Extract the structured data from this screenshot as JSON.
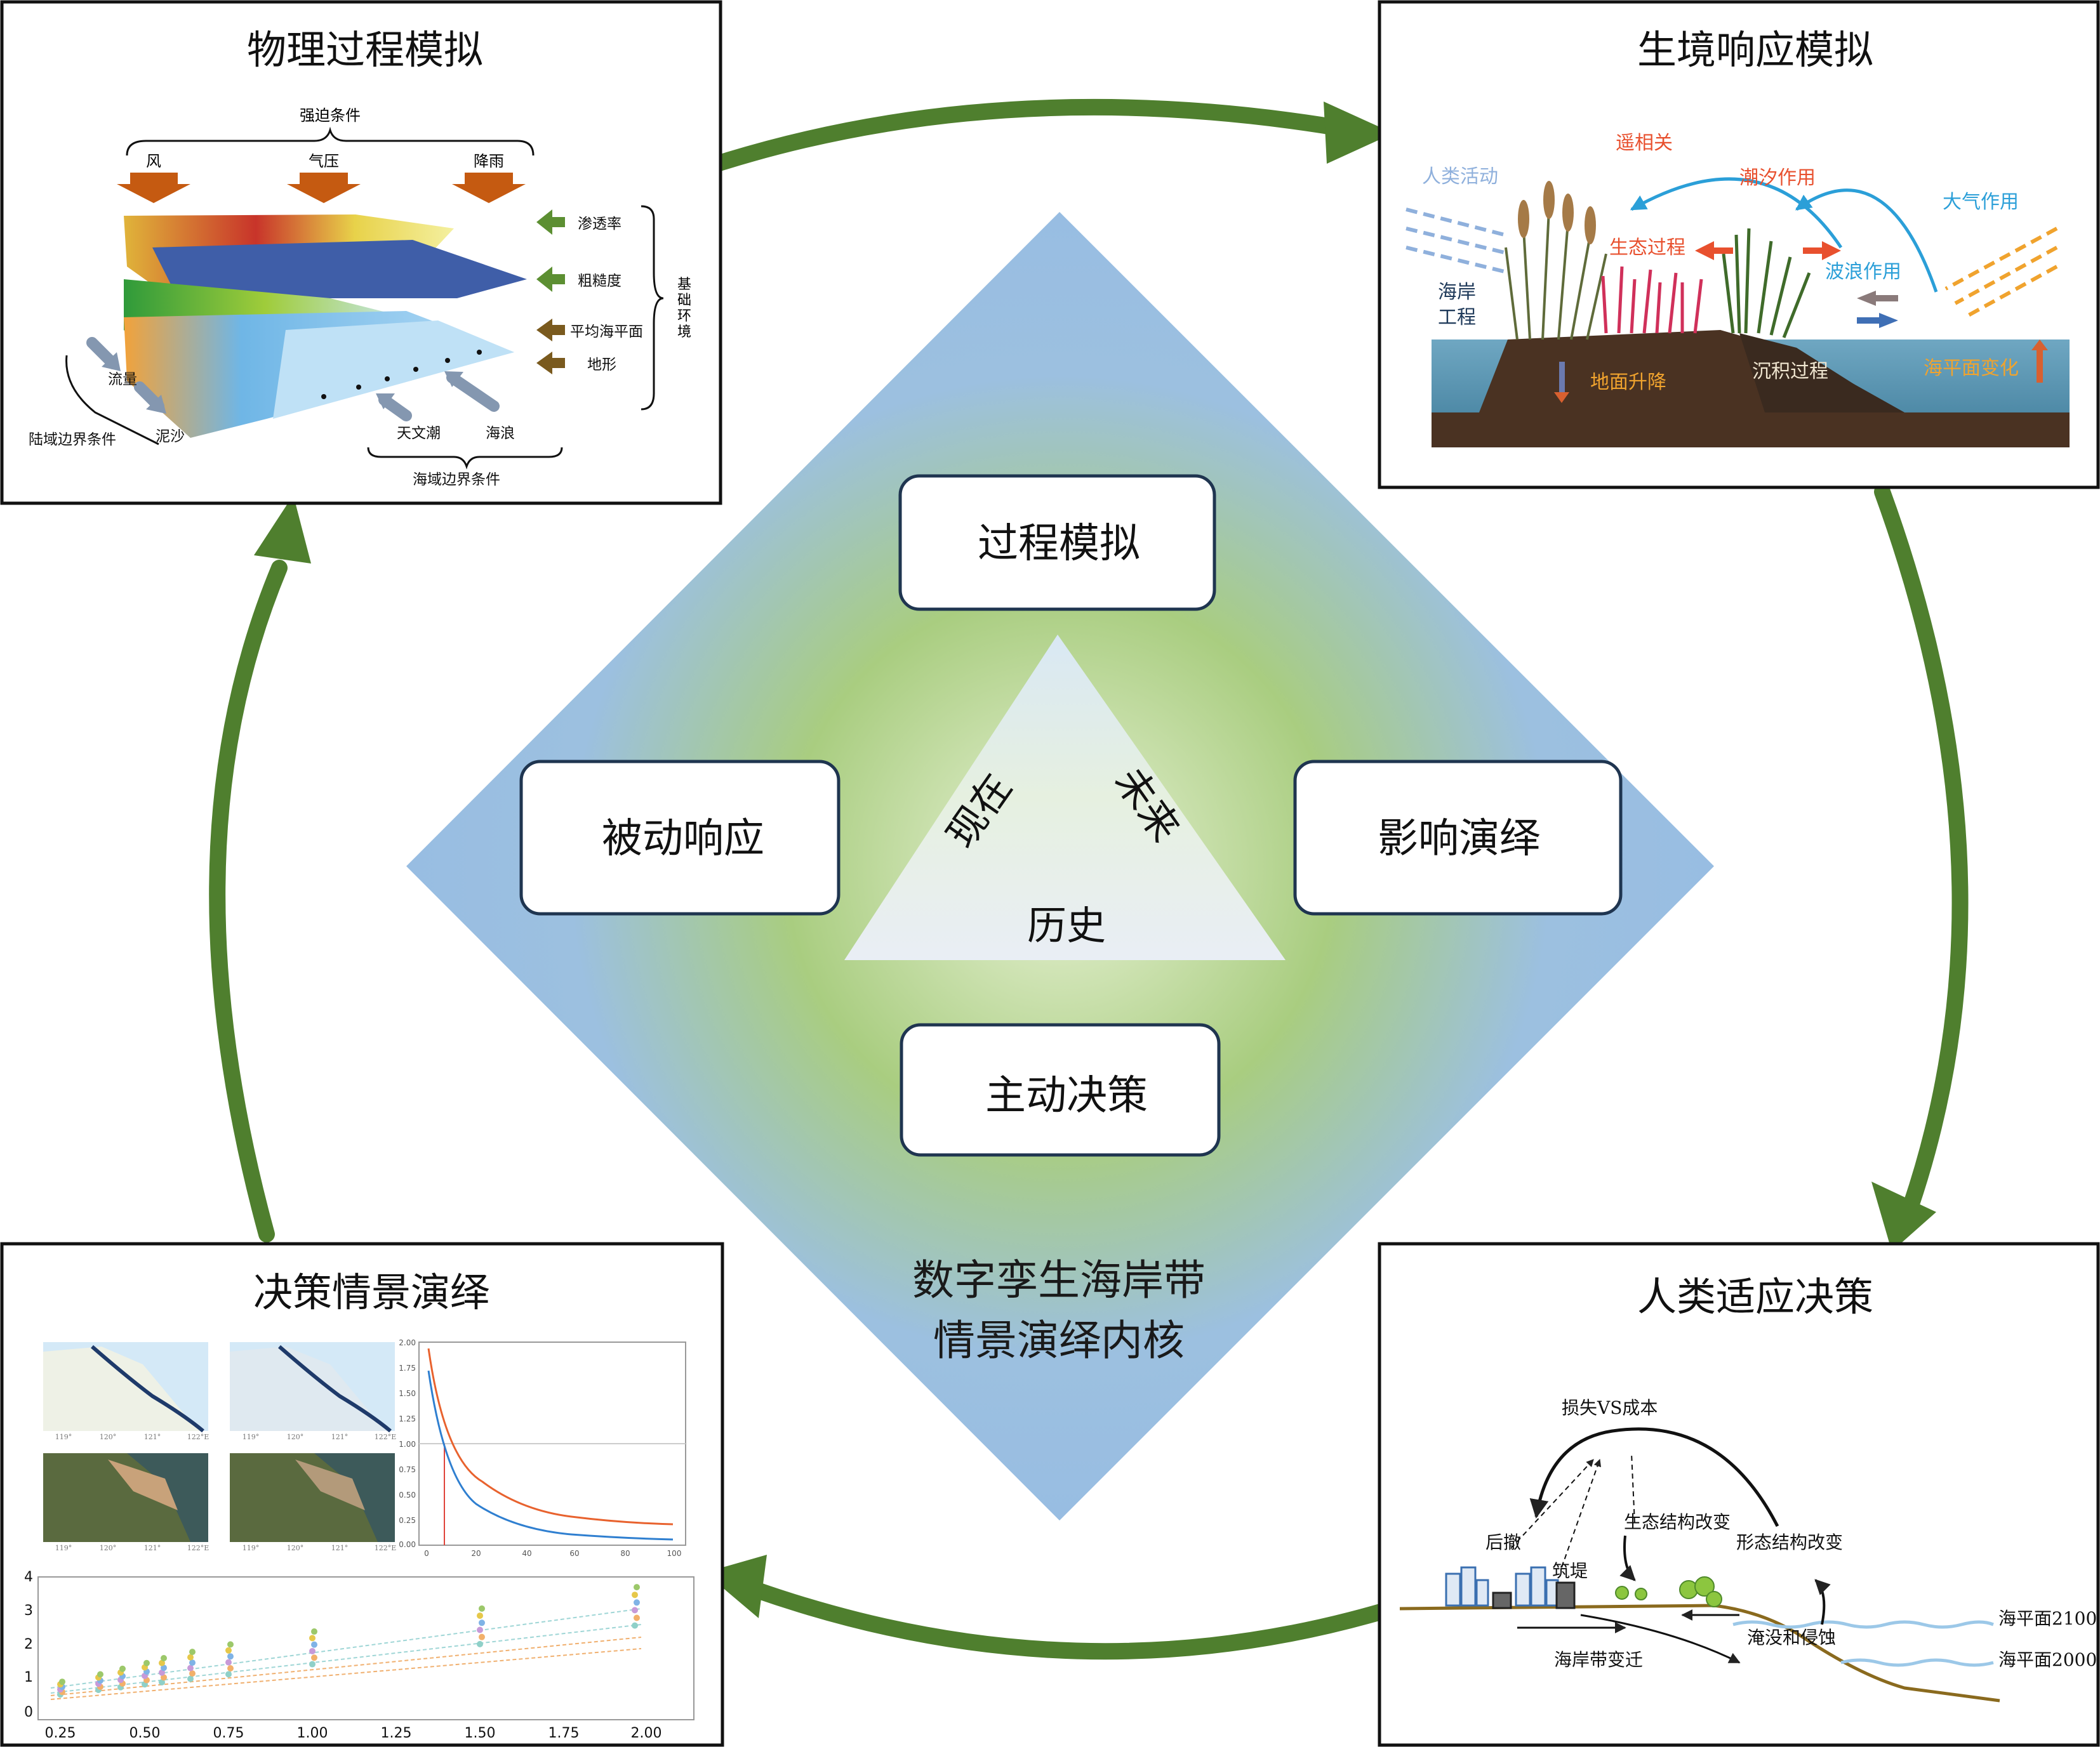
{
  "center": {
    "boxes": {
      "top": "过程模拟",
      "left": "被动响应",
      "right": "影响演绎",
      "bottom": "主动决策"
    },
    "triangle": {
      "left": "现在",
      "right": "未来",
      "bottom": "历史"
    },
    "title_line1": "数字孪生海岸带",
    "title_line2": "情景演绎内核"
  },
  "panels": {
    "physical": {
      "title": "物理过程模拟",
      "forcing": "强迫条件",
      "wind": "风",
      "pressure": "气压",
      "rain": "降雨",
      "layers": [
        "渗透率",
        "粗糙度",
        "平均海平面",
        "地形"
      ],
      "base_env": [
        "基",
        "础",
        "环",
        "境"
      ],
      "flow": "流量",
      "sediment": "泥沙",
      "land_boundary": "陆域边界条件",
      "tide": "天文潮",
      "wave": "海浪",
      "sea_boundary": "海域边界条件"
    },
    "habitat": {
      "title": "生境响应模拟",
      "human": "人类活动",
      "teleconnection": "遥相关",
      "tide": "潮汐作用",
      "atmosphere": "大气作用",
      "eco": "生态过程",
      "wave": "波浪作用",
      "engineering_1": "海岸",
      "engineering_2": "工程",
      "subsidence": "地面升降",
      "deposition": "沉积过程",
      "sealevel": "海平面变化"
    },
    "decision": {
      "title": "决策情景演绎",
      "map_x_ticks": [
        "119°",
        "120°",
        "121°",
        "122°E"
      ],
      "curve_y_ticks": [
        "2.00",
        "1.75",
        "1.50",
        "1.25",
        "1.00",
        "0.75",
        "0.50",
        "0.25",
        "0.00"
      ],
      "curve_x_ticks": [
        "0",
        "20",
        "40",
        "60",
        "80",
        "100"
      ],
      "scatter_y_ticks": [
        "4",
        "3",
        "2",
        "1",
        "0"
      ],
      "scatter_x_ticks": [
        "0.25",
        "0.50",
        "0.75",
        "1.00",
        "1.25",
        "1.50",
        "1.75",
        "2.00"
      ]
    },
    "adaptation": {
      "title": "人类适应决策",
      "loss_cost": "损失VS成本",
      "retreat": "后撤",
      "dike": "筑堤",
      "eco_change": "生态结构改变",
      "morph_change": "形态结构改变",
      "inundation": "淹没和侵蚀",
      "migration": "海岸带变迁",
      "sl2100": "海平面2100",
      "sl2000": "海平面2000"
    }
  },
  "colors": {
    "ring": "#4f7f2e",
    "diamond": "#99bde0",
    "diamond_center": "#a5cc7f",
    "orange": "#c55a11",
    "green_arrow": "#5c8f32",
    "brown_arrow": "#7a5a1e"
  }
}
